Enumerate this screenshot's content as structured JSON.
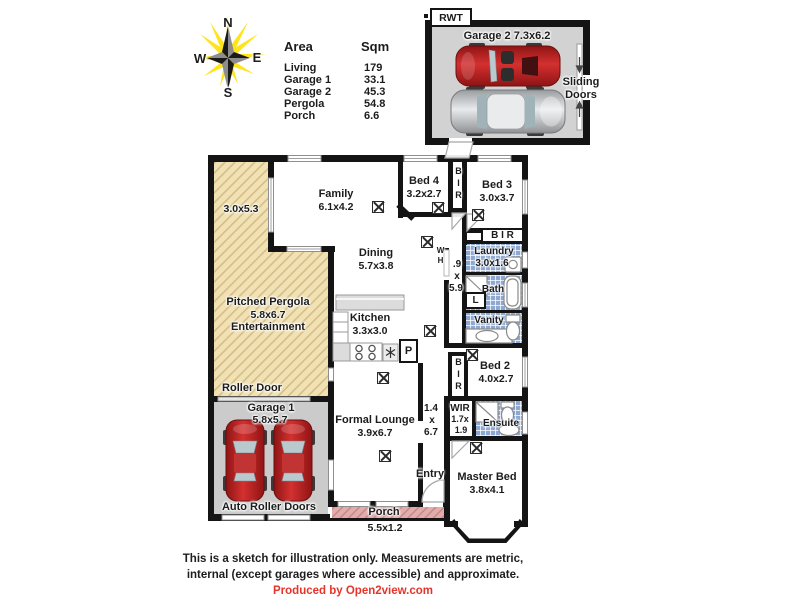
{
  "compass": {
    "n": "N",
    "e": "E",
    "s": "S",
    "w": "W"
  },
  "area_table": {
    "header": {
      "area": "Area",
      "sqm": "Sqm"
    },
    "rows": [
      {
        "name": "Living",
        "sqm": "179"
      },
      {
        "name": "Garage 1",
        "sqm": "33.1"
      },
      {
        "name": "Garage 2",
        "sqm": "45.3"
      },
      {
        "name": "Pergola",
        "sqm": "54.8"
      },
      {
        "name": "Porch",
        "sqm": "6.6"
      }
    ]
  },
  "garage2": {
    "rwt": "RWT",
    "title": "Garage 2 7.3x6.2",
    "sliding_line1": "Sliding",
    "sliding_line2": "Doors"
  },
  "rooms": {
    "pergola_side_dims": "3.0x5.3",
    "family": {
      "name": "Family",
      "dims": "6.1x4.2"
    },
    "bed4": {
      "name": "Bed 4",
      "dims": "3.2x2.7"
    },
    "bed3": {
      "name": "Bed 3",
      "dims": "3.0x3.7"
    },
    "dining": {
      "name": "Dining",
      "dims": "5.7x3.8"
    },
    "laundry": {
      "name": "Laundry",
      "dims": "3.0x1.6"
    },
    "bath": "Bath",
    "vanity": "Vanity",
    "kitchen": {
      "name": "Kitchen",
      "dims": "3.3x3.0"
    },
    "pergola": {
      "name": "Pitched Pergola",
      "dims": "5.8x6.7",
      "name2": "Entertainment"
    },
    "roller_door": "Roller Door",
    "garage1": {
      "name": "Garage 1",
      "dims": "5.8x5.7"
    },
    "auto_roller_doors": "Auto Roller Doors",
    "lounge": {
      "name": "Formal Lounge",
      "dims": "3.9x6.7"
    },
    "bed2": {
      "name": "Bed 2",
      "dims": "4.0x2.7"
    },
    "wir": {
      "name": "WIR",
      "d1": "1.7x",
      "d2": "1.9"
    },
    "ensuite": "Ensuite",
    "entry": "Entry",
    "master": {
      "name": "Master Bed",
      "dims": "3.8x4.1"
    },
    "porch": {
      "name": "Porch",
      "dims": "5.5x1.2"
    },
    "hall_upper": {
      "l1": ".9",
      "l2": "x",
      "l3": "5.9"
    },
    "hall_lower": {
      "l1": "1.4",
      "l2": "x",
      "l3": "6.7"
    },
    "bir_v": "BIR",
    "bir_h": "B I R",
    "wh": "WH",
    "linen": "L",
    "pantry": "P"
  },
  "footer": {
    "line1": "This is a sketch for illustration only. Measurements are metric,",
    "line2": "internal (except garages where accessible) and approximate.",
    "line3": "Produced by Open2view.com"
  },
  "icons": {
    "compass_rose": "4-point star with yellow sunburst",
    "room_symbol": "boxed-x ceiling symbol",
    "cars": "top-view cars"
  },
  "colors": {
    "wall": "#141414",
    "pergola_fill": "#f0e2b4",
    "tile_fill": "#8da8d2",
    "porch_fill": "#e3abab",
    "garage_fill": "#cbcbcb",
    "brand_red": "#e5352b",
    "car_red": "#b71f1f",
    "car_silver": "#c6c6c6",
    "burst_yellow": "#ffe41a"
  }
}
